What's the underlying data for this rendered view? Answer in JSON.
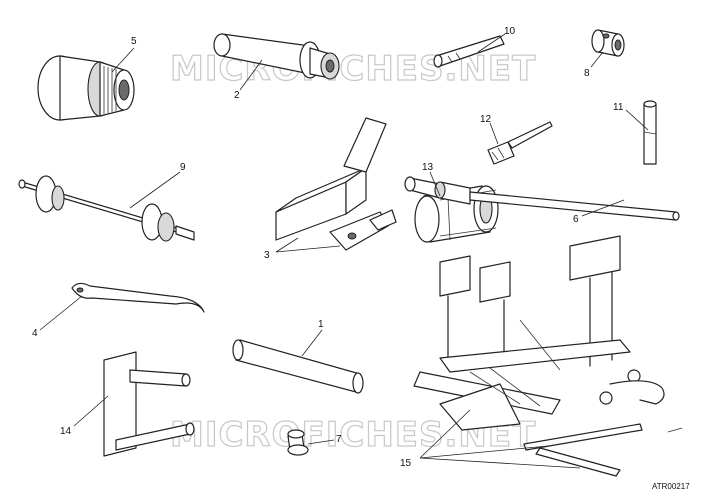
{
  "watermark": "MICROFICHES.NET",
  "diagram_code": "ATR00217",
  "callouts": [
    "1",
    "2",
    "3",
    "4",
    "5",
    "6",
    "7",
    "8",
    "9",
    "10",
    "11",
    "12",
    "13",
    "14",
    "15"
  ]
}
